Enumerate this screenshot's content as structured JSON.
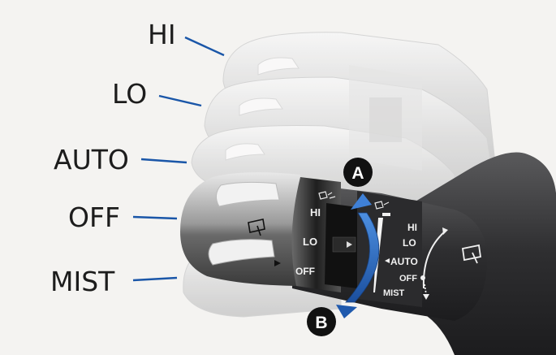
{
  "positions": {
    "hi": "HI",
    "lo": "LO",
    "auto": "AUTO",
    "off": "OFF",
    "mist": "MIST"
  },
  "ring_left": {
    "hi": "HI",
    "lo": "LO",
    "off": "OFF"
  },
  "ring_right": {
    "hi": "HI",
    "lo": "LO",
    "auto": "AUTO",
    "off": "OFF",
    "mist": "MIST"
  },
  "markers": {
    "a": "A",
    "b": "B"
  },
  "icons": [
    "wiper-icon",
    "washer-icon",
    "arrow-up-icon",
    "arrow-down-icon"
  ],
  "colors": {
    "leader_line": "#1a56a8",
    "rotation_arrow": "#2a6cc4",
    "background": "#f4f3f1",
    "stalk_dark": "#2c2c2e"
  }
}
